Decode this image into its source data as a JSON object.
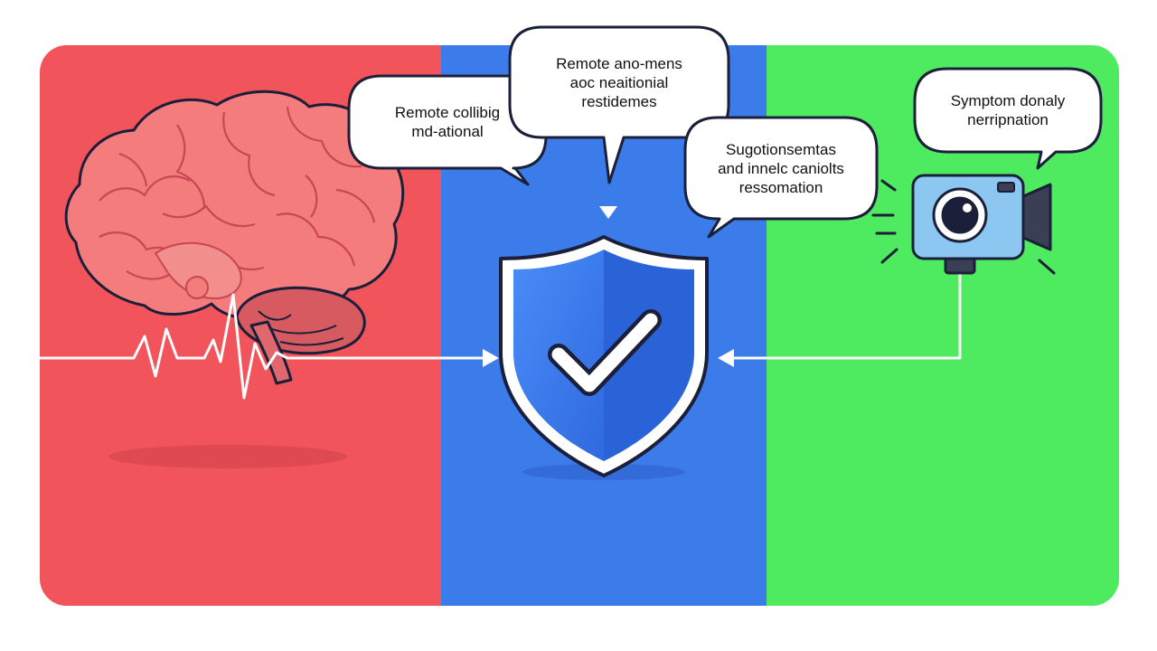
{
  "colors": {
    "left_panel": "#f2545b",
    "middle_panel": "#3b7bea",
    "right_panel": "#4eea5f",
    "connector": "#ffffff",
    "outline": "#1b1f3a"
  },
  "icons": {
    "brain": "brain-icon",
    "heartbeat": "heartbeat-icon",
    "shield": "shield-check-icon",
    "camera": "camera-icon"
  },
  "bubbles": [
    {
      "lines": [
        "Remote collibig",
        "md-ational"
      ]
    },
    {
      "lines": [
        "Remote ano-mens",
        "aoc neaitionial",
        "restidemes"
      ]
    },
    {
      "lines": [
        "Sugotionsemtas",
        "and innelc caniolts",
        "ressomation"
      ]
    },
    {
      "lines": [
        "Symptom donaly",
        "nerripnation"
      ]
    }
  ]
}
